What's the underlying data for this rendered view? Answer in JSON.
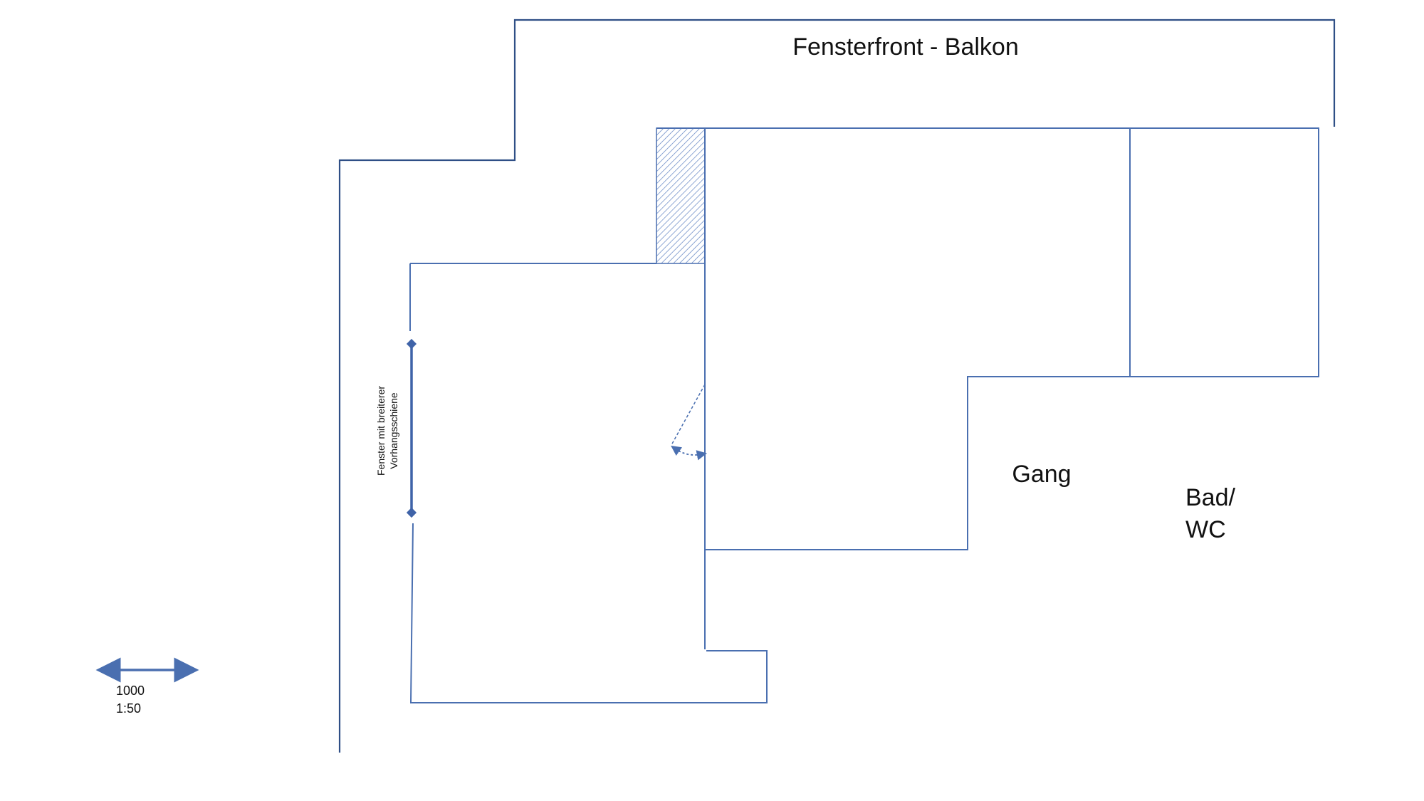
{
  "labels": {
    "balcony_front": "Fensterfront - Balkon",
    "hallway": "Gang",
    "bathroom_line1": "Bad/",
    "bathroom_line2": "WC",
    "window_note_line1": "Fenster mit breiterer",
    "window_note_line2": "Vorhangsschiene"
  },
  "scale": {
    "length": "1000",
    "ratio": "1:50"
  },
  "colors": {
    "wall": "#4a6fb0",
    "hatch": "#5b7fc0",
    "text": "#111111"
  }
}
